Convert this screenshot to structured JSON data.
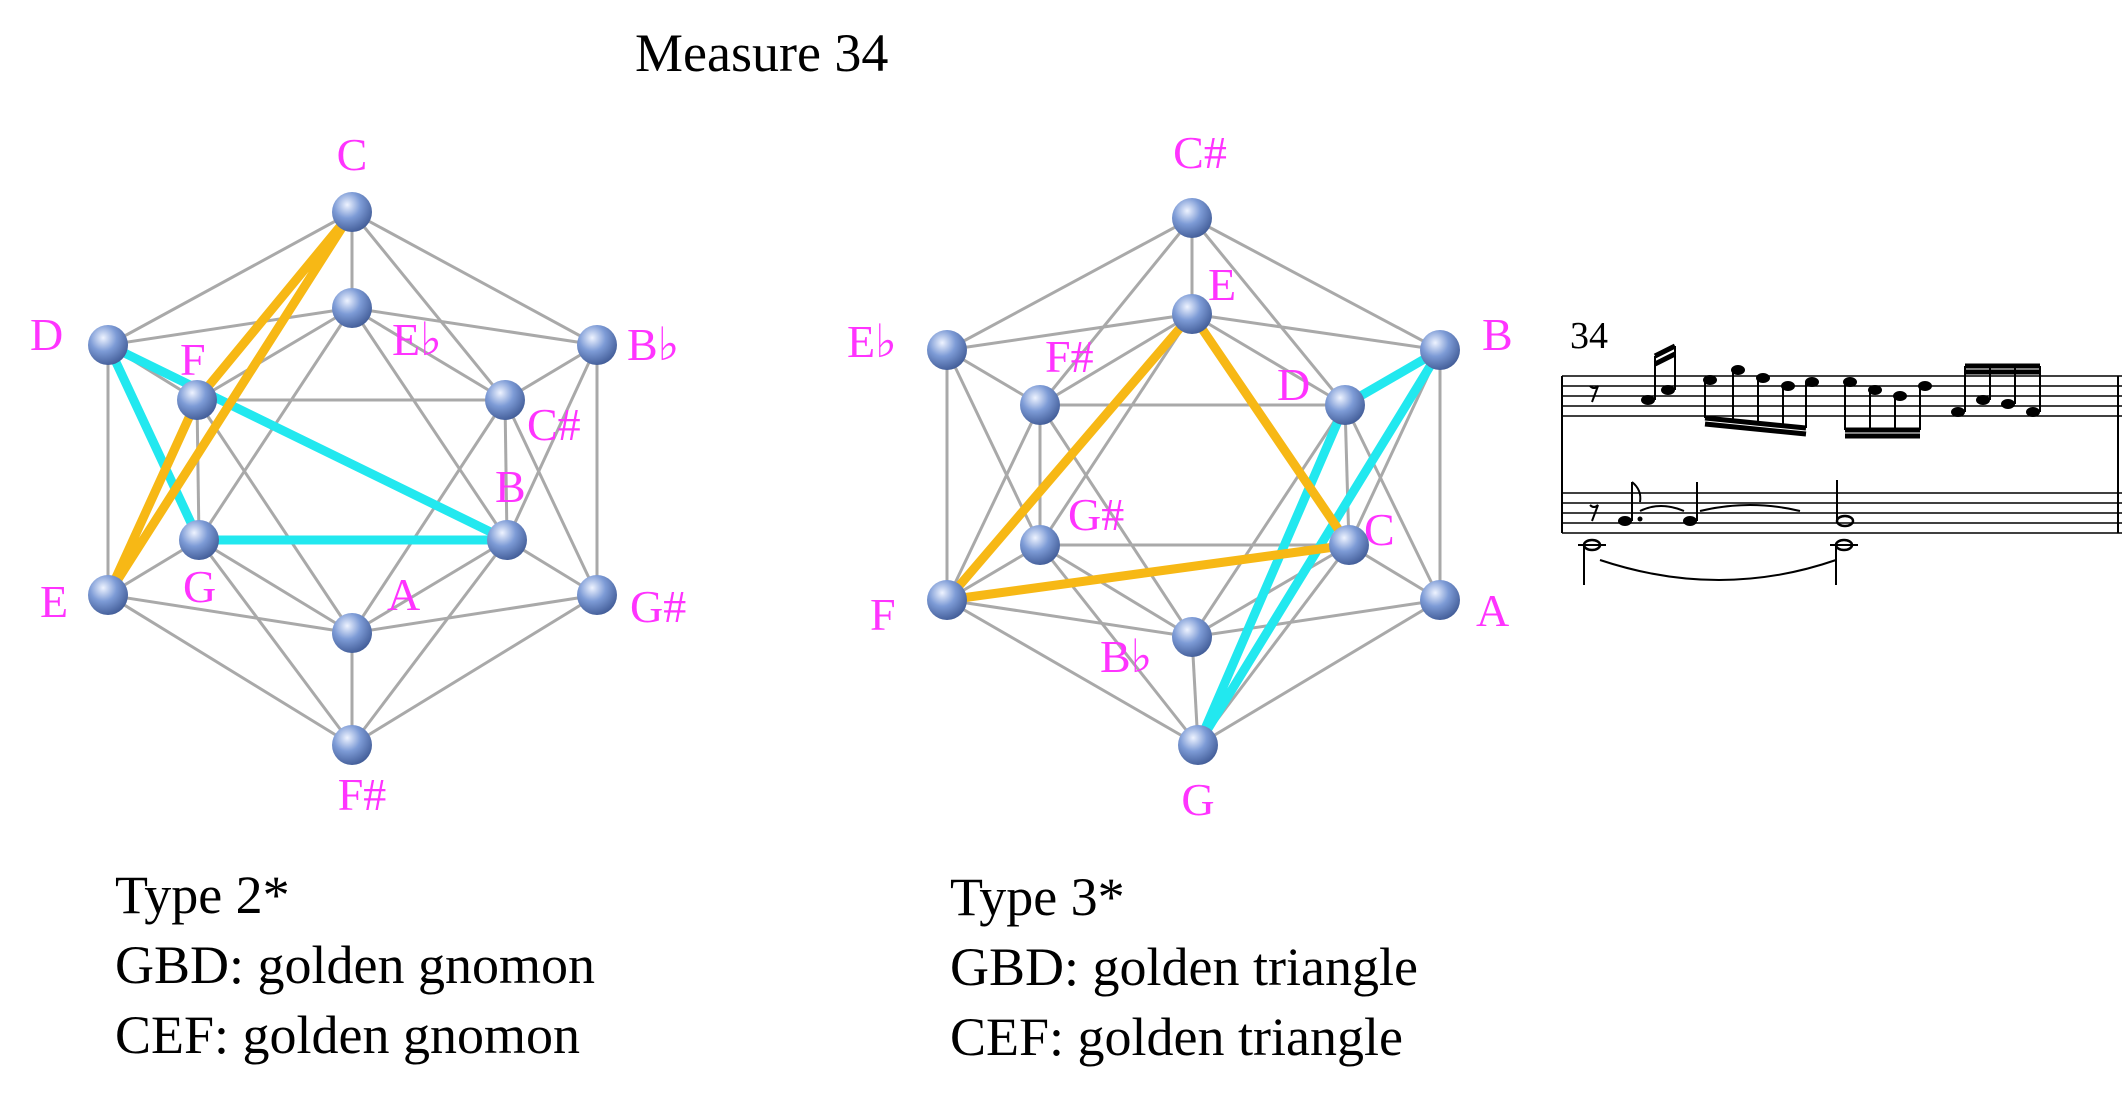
{
  "title": "Measure 34",
  "colors": {
    "gold": "#f7b815",
    "cyan": "#22e8ef",
    "label": "#ff33ff",
    "edge": "#a9a9a9",
    "node": "#6b8ccf"
  },
  "diagrams": [
    {
      "id": "type2",
      "caption": {
        "type": "Type 2*",
        "line1": "GBD: golden gnomon",
        "line2": "CEF: golden gnomon"
      },
      "labels": {
        "top": "C",
        "ul": "D",
        "ur": "B♭",
        "ll": "E",
        "lr": "G#",
        "bottom": "F#",
        "i1": "E♭",
        "i2": "C#",
        "i3": "B",
        "i4": "A",
        "i5": "G",
        "i6": "F"
      },
      "gold_triangle": [
        "C",
        "E",
        "F"
      ],
      "cyan_triangle": [
        "G",
        "B",
        "D"
      ]
    },
    {
      "id": "type3",
      "caption": {
        "type": "Type 3*",
        "line1": "GBD: golden triangle",
        "line2": "CEF: golden triangle"
      },
      "labels": {
        "top": "C#",
        "ul": "E♭",
        "ur": "B",
        "ll": "F",
        "lr": "A",
        "bottom": "G",
        "i1": "E",
        "i2": "D",
        "i3": "C",
        "i4": "B♭",
        "i5": "G#",
        "i6": "F#"
      },
      "gold_triangle": [
        "C",
        "E",
        "F"
      ],
      "cyan_triangle": [
        "G",
        "B",
        "D"
      ]
    }
  ],
  "score": {
    "measure_number": "34"
  }
}
